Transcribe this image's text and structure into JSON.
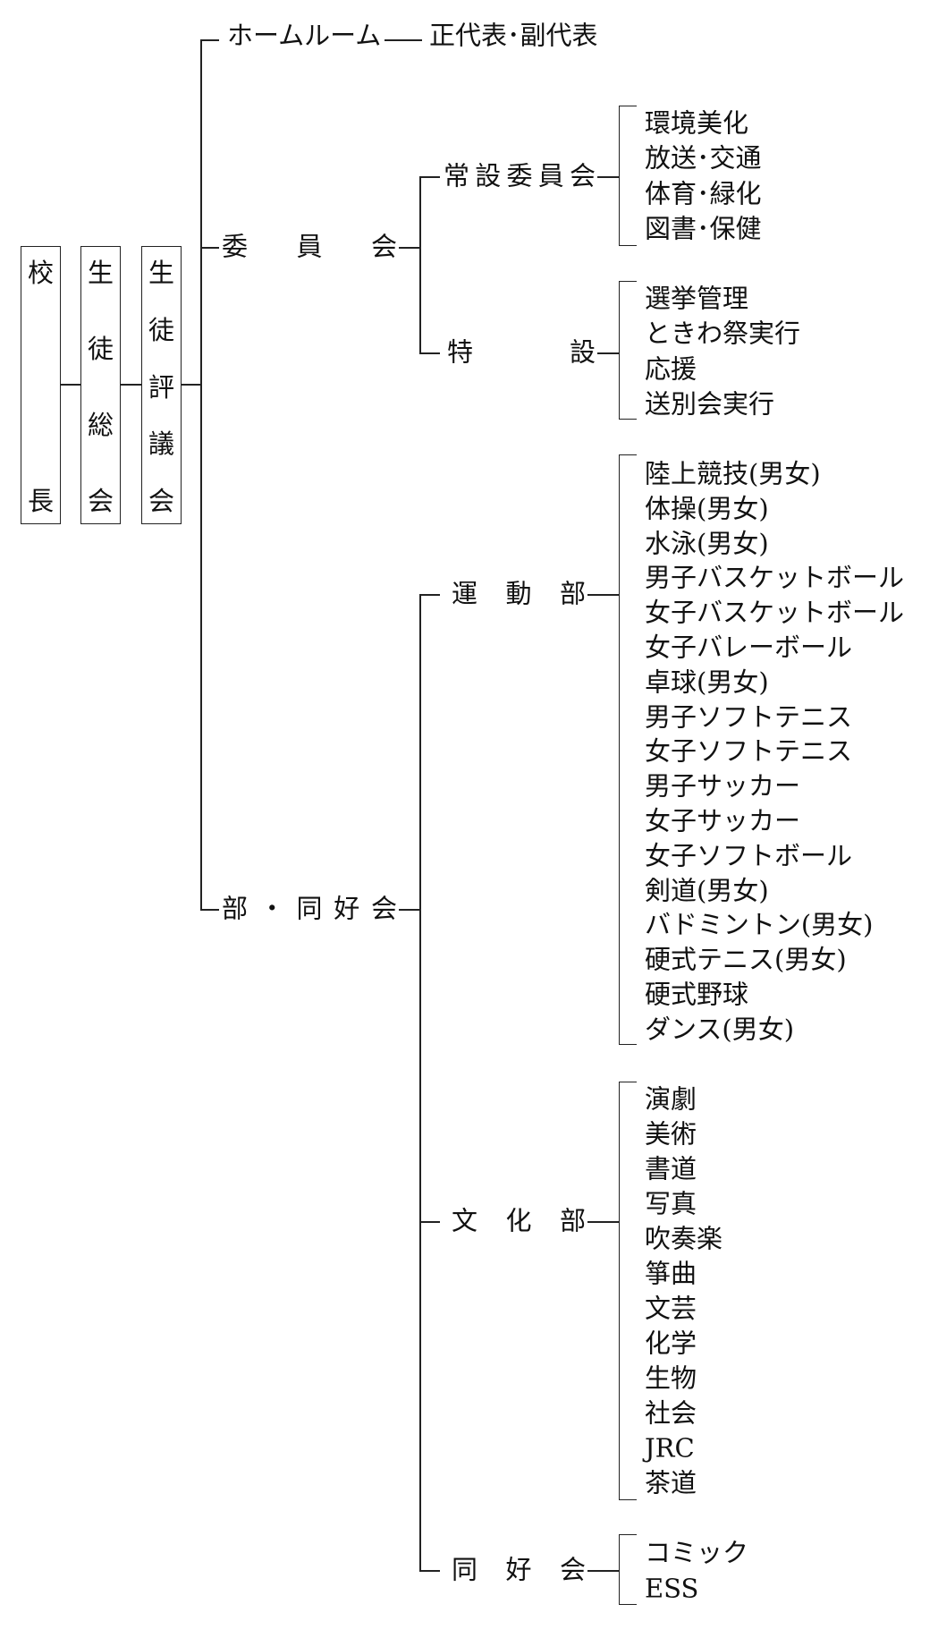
{
  "boxes": [
    {
      "chars": [
        "校",
        "長"
      ]
    },
    {
      "chars": [
        "生",
        "徒",
        "総",
        "会"
      ]
    },
    {
      "chars": [
        "生",
        "徒",
        "評",
        "議",
        "会"
      ]
    }
  ],
  "homeroom": {
    "label": "ホームルーム",
    "child": "正代表･副代表"
  },
  "committee": {
    "label": [
      "委",
      "員",
      "会"
    ],
    "standing": {
      "label": [
        "常",
        "設",
        "委",
        "員",
        "会"
      ],
      "items": [
        "環境美化",
        "放送･交通",
        "体育･緑化",
        "図書･保健"
      ]
    },
    "special": {
      "label": [
        "特",
        "設"
      ],
      "items": [
        "選挙管理",
        "ときわ祭実行",
        "応援",
        "送別会実行"
      ]
    }
  },
  "clubs": {
    "label": [
      "部",
      "・",
      "同",
      "好",
      "会"
    ],
    "sports": {
      "label": [
        "運",
        "動",
        "部"
      ],
      "items": [
        "陸上競技(男女)",
        "体操(男女)",
        "水泳(男女)",
        "男子バスケットボール",
        "女子バスケットボール",
        "女子バレーボール",
        "卓球(男女)",
        "男子ソフトテニス",
        "女子ソフトテニス",
        "男子サッカー",
        "女子サッカー",
        "女子ソフトボール",
        "剣道(男女)",
        "バドミントン(男女)",
        "硬式テニス(男女)",
        "硬式野球",
        "ダンス(男女)"
      ]
    },
    "culture": {
      "label": [
        "文",
        "化",
        "部"
      ],
      "items": [
        "演劇",
        "美術",
        "書道",
        "写真",
        "吹奏楽",
        "箏曲",
        "文芸",
        "化学",
        "生物",
        "社会",
        "JRC",
        "茶道"
      ]
    },
    "hobby": {
      "label": [
        "同",
        "好",
        "会"
      ],
      "items": [
        "コミック",
        "ESS"
      ]
    }
  }
}
